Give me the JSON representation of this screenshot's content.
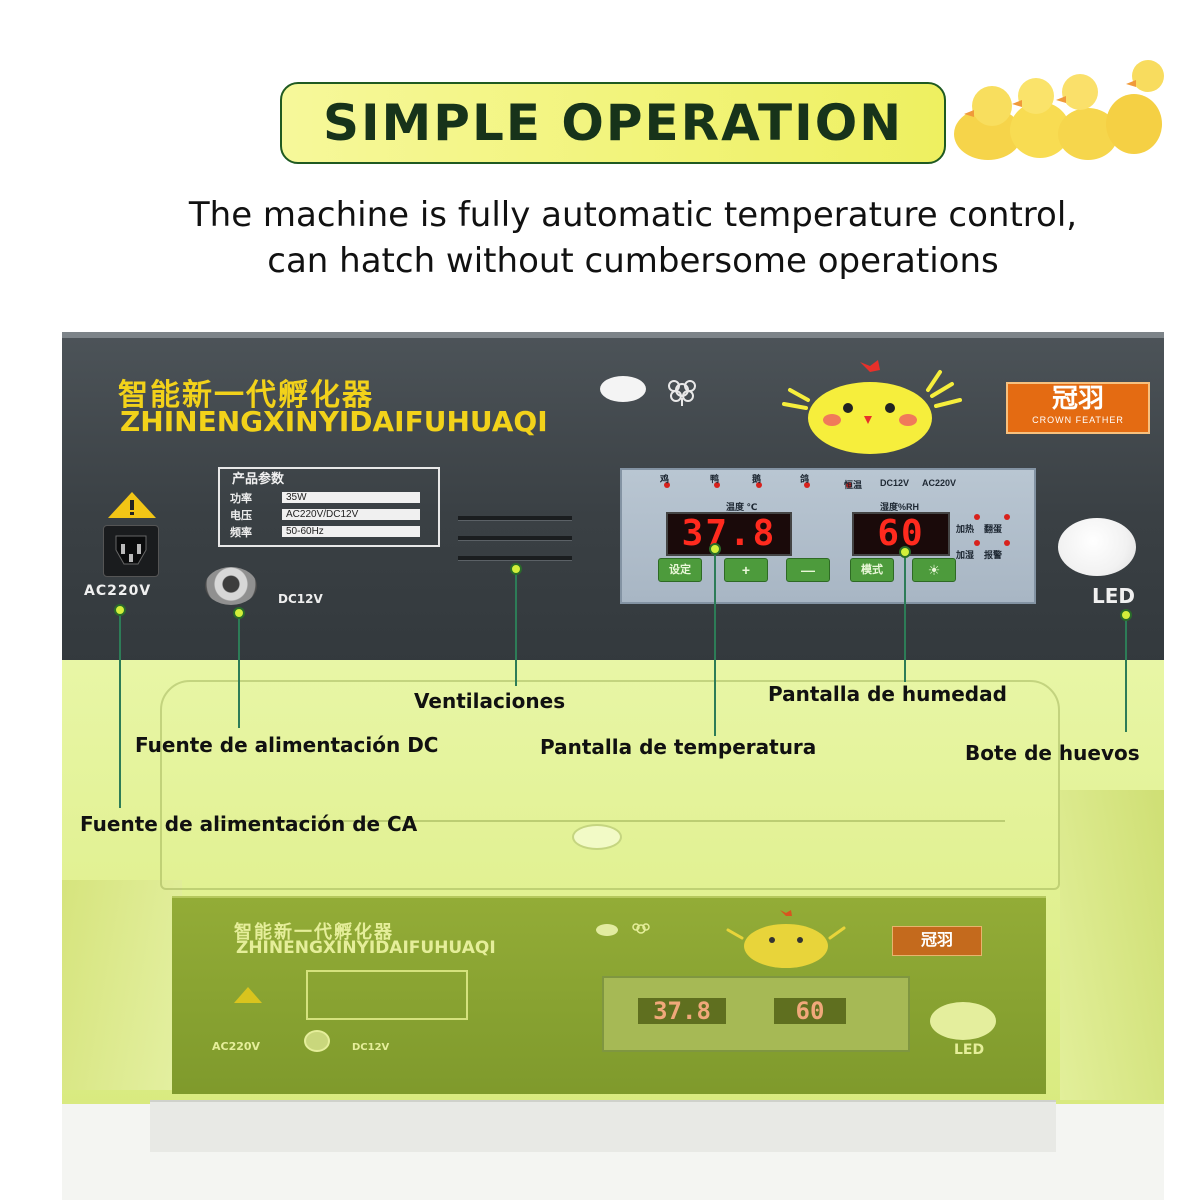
{
  "header": {
    "title": "SIMPLE OPERATION",
    "subtitle_line1": "The machine is fully automatic temperature control,",
    "subtitle_line2": "can hatch without cumbersome operations"
  },
  "panel": {
    "brand_cn": "智能新一代孵化器",
    "brand_pinyin": "ZHINENGXINYIDAIFUHUAQI",
    "logo_cn": "冠羽",
    "logo_en": "CROWN FEATHER",
    "spec_title": "产品参数",
    "specs": [
      {
        "key": "功率",
        "value": "35W"
      },
      {
        "key": "电压",
        "value": "AC220V/DC12V"
      },
      {
        "key": "频率",
        "value": "50-60Hz"
      }
    ],
    "ac_label": "AC220V",
    "dc_label": "DC12V",
    "led_label": "LED",
    "control": {
      "status_labels": [
        "鸡",
        "鸭",
        "鹅",
        "鸽",
        "恒温",
        "DC12V",
        "AC220V"
      ],
      "temp_caption": "温度 ℃",
      "hum_caption": "湿度%RH",
      "temperature": "37.8",
      "humidity": "60",
      "side_labels": [
        "加热",
        "翻蛋",
        "加湿",
        "报警"
      ],
      "buttons": [
        "设定",
        "+",
        "—",
        "模式",
        "☀"
      ]
    }
  },
  "callouts": {
    "vents": "Ventilaciones",
    "humidity_display": "Pantalla de humedad",
    "dc_power": "Fuente de alimentación DC",
    "temperature_display": "Pantalla de temperatura",
    "egg_lamp": "Bote de huevos",
    "ac_power": "Fuente de alimentación de CA"
  },
  "reflection": {
    "brand_cn": "智能新一代孵化器",
    "brand_pinyin": "ZHINENGXINYIDAIFUHUAQI",
    "logo_cn": "冠羽",
    "temperature": "37.8",
    "humidity": "60",
    "ac_label": "AC220V",
    "dc_label": "DC12V",
    "led_label": "LED"
  },
  "colors": {
    "accent_green": "#2d7c57",
    "title_pill": "#eef060",
    "panel_dark": "#3a4044",
    "display_red": "#ff2a1e",
    "lime_overlay": "#e0f08f"
  }
}
